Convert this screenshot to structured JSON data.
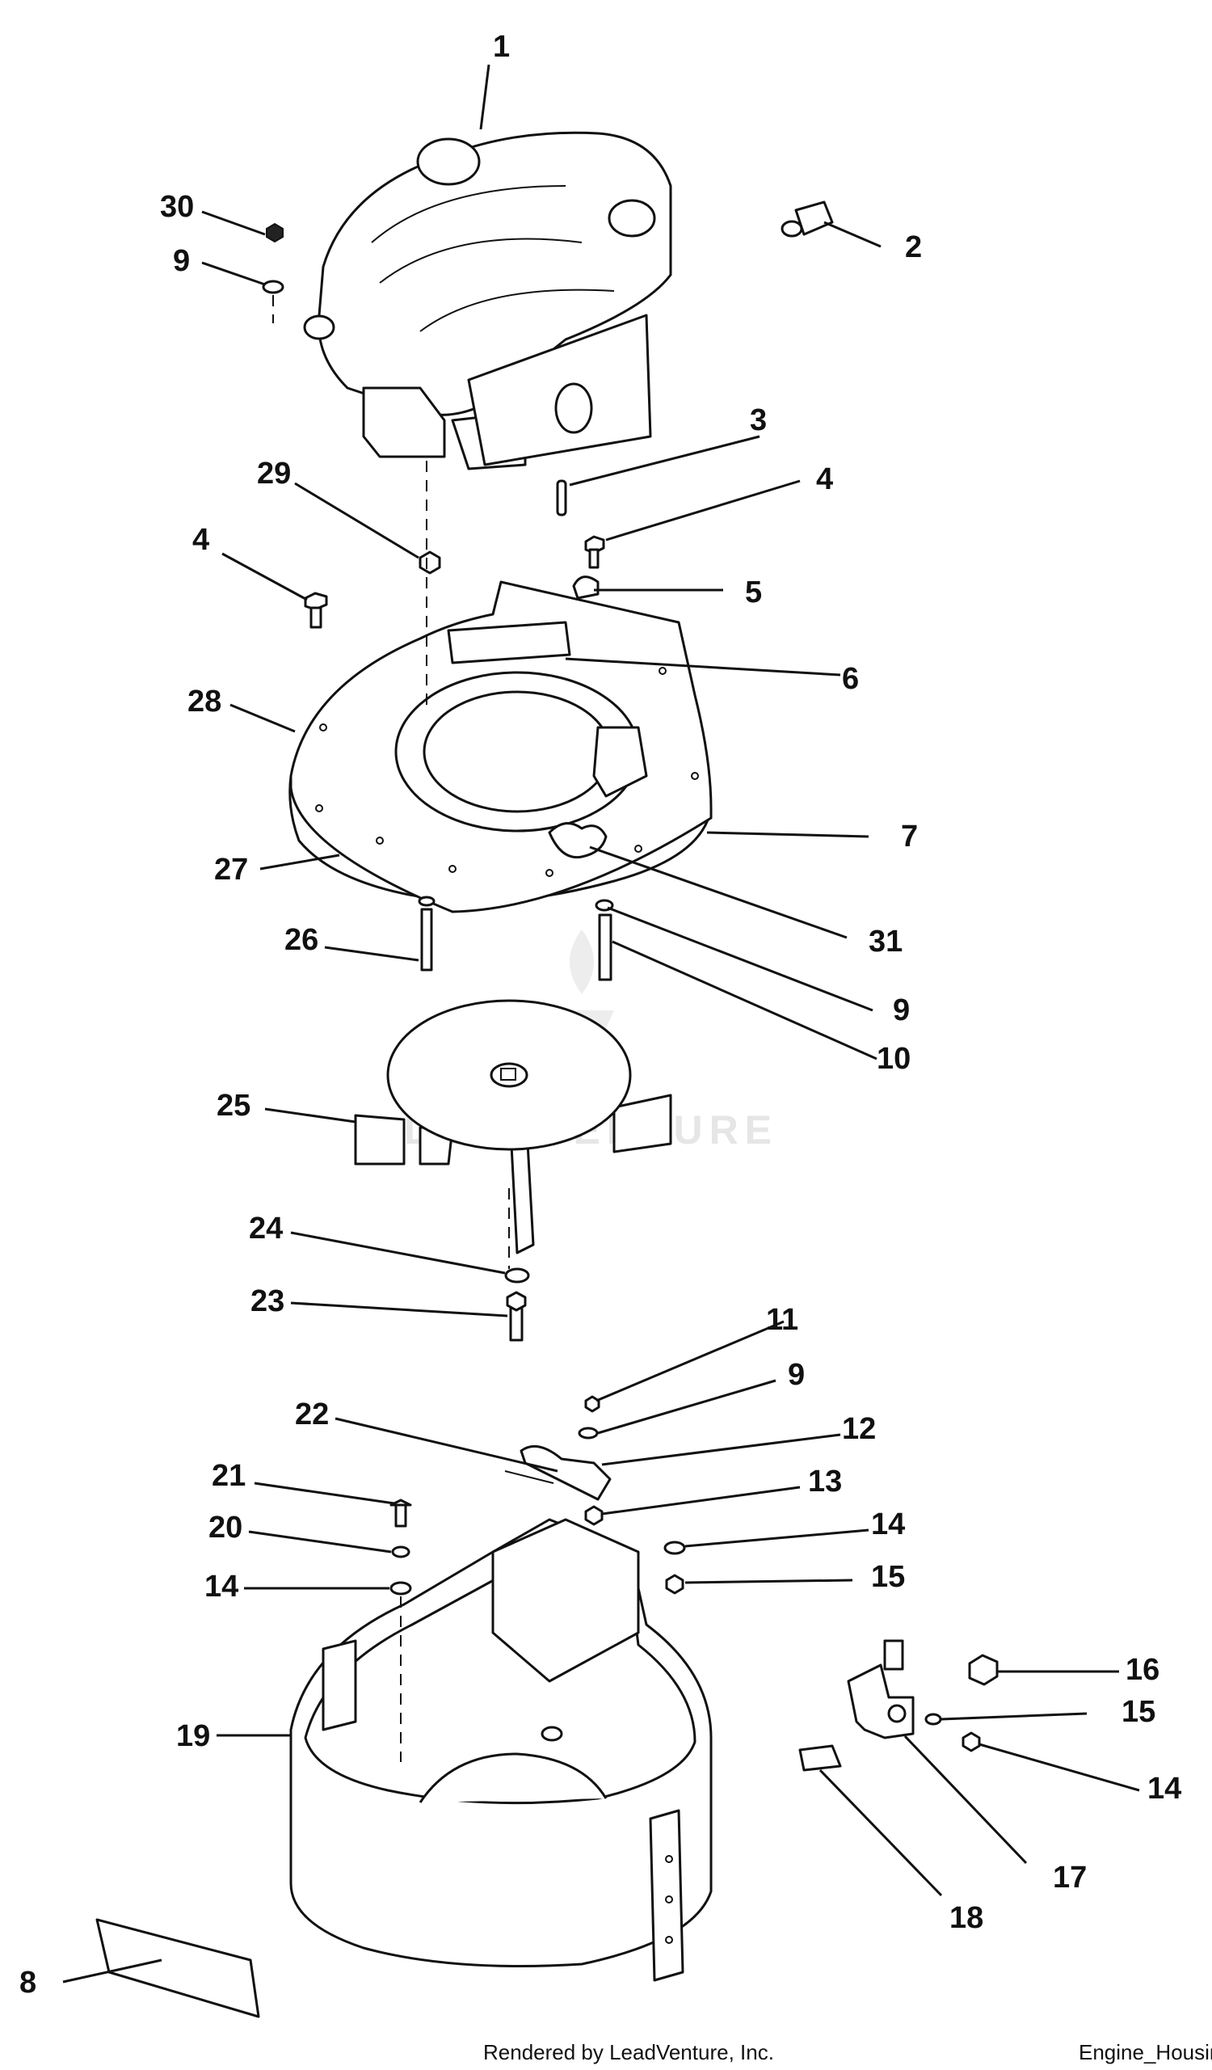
{
  "callouts": [
    "1",
    "2",
    "3",
    "4",
    "4",
    "5",
    "6",
    "7",
    "8",
    "9",
    "9",
    "9",
    "10",
    "11",
    "12",
    "13",
    "14",
    "14",
    "14",
    "15",
    "15",
    "16",
    "17",
    "18",
    "19",
    "20",
    "21",
    "22",
    "23",
    "24",
    "25",
    "26",
    "27",
    "28",
    "29",
    "30",
    "31"
  ],
  "watermark": "LEADVENTURE",
  "footer": {
    "rendered_by": "Rendered by LeadVenture, Inc.",
    "diagram_name": "Engine_Housing_"
  }
}
